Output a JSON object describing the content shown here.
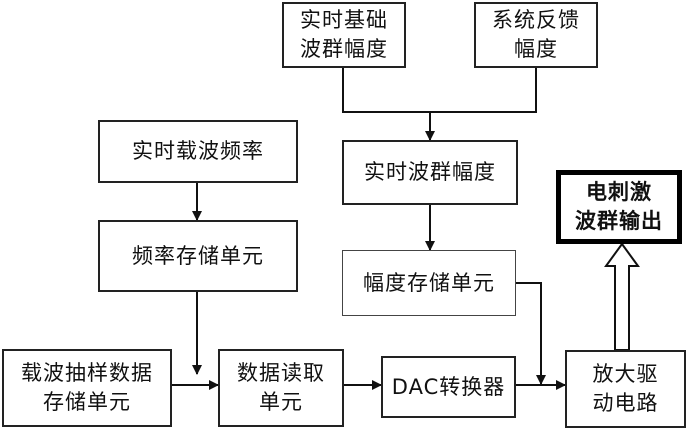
{
  "blocks": {
    "base_amplitude": "实时基础\n波群幅度",
    "feedback_amplitude": "系统反馈\n幅度",
    "carrier_frequency": "实时载波频率",
    "burst_amplitude": "实时波群幅度",
    "output": "电刺激\n波群输出",
    "frequency_storage": "频率存储单元",
    "amplitude_storage": "幅度存储单元",
    "sample_storage": "载波抽样数据\n存储单元",
    "data_read": "数据读取\n单元",
    "dac": "DAC转换器",
    "amp_driver": "放大驱\n动电路"
  }
}
